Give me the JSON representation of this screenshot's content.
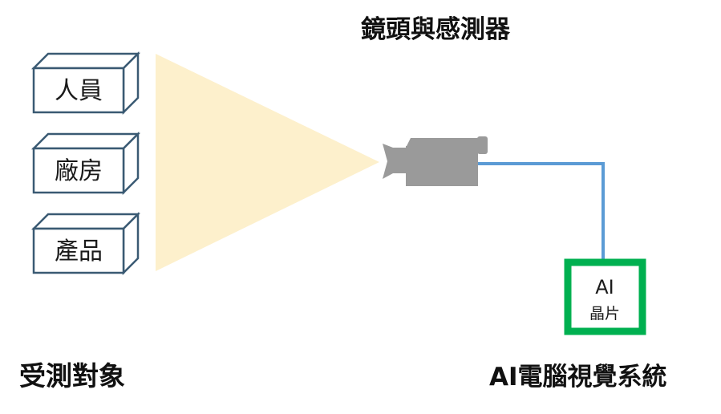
{
  "title": "鏡頭與感測器",
  "subjects": {
    "heading": "受測對象",
    "items": [
      {
        "label": "人員"
      },
      {
        "label": "廠房"
      },
      {
        "label": "產品"
      }
    ]
  },
  "system": {
    "heading": "AI電腦視覺系統",
    "chip": {
      "line1": "AI",
      "line2": "晶片"
    }
  },
  "colors": {
    "box_stroke": "#3a5a73",
    "cone_fill": "#fdf0cc",
    "camera_fill": "#9a9a9a",
    "cable": "#5b9bd5",
    "chip_border": "#00b050"
  },
  "icons": {
    "camera": "video-camera-icon",
    "boxes": "3d-box-shape",
    "chip": "chip-icon"
  }
}
